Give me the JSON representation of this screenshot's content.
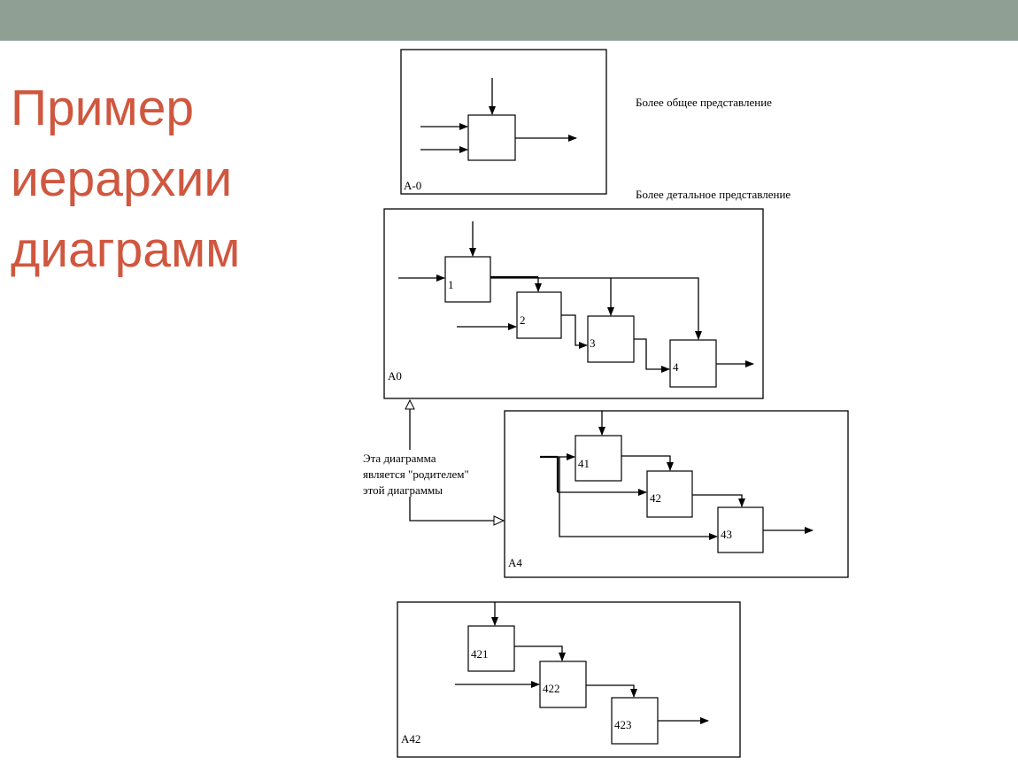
{
  "colors": {
    "top_bar": "#8f9f94",
    "title": "#d0573f"
  },
  "slide": {
    "title_lines": [
      "Пример",
      "иерархии",
      "диаграмм"
    ]
  },
  "diagram": {
    "notes": {
      "general": "Более общее представление",
      "detailed": "Более детальное представление"
    },
    "parent_note": [
      "Эта диаграмма",
      "является \"родителем\"",
      "этой диаграммы"
    ],
    "frames": {
      "a_minus0": {
        "label": "А-0"
      },
      "a0": {
        "label": "А0",
        "boxes": [
          "1",
          "2",
          "3",
          "4"
        ]
      },
      "a4": {
        "label": "А4",
        "boxes": [
          "41",
          "42",
          "43"
        ]
      },
      "a42": {
        "label": "А42",
        "boxes": [
          "421",
          "422",
          "423"
        ]
      }
    }
  }
}
